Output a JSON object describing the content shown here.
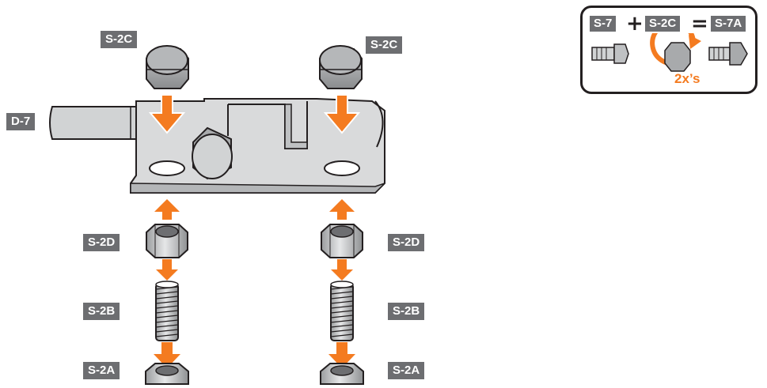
{
  "labels": {
    "top_bolt_left": "S-2C",
    "top_bolt_right": "S-2C",
    "hinge_pin": "D-7",
    "nut_left": "S-2D",
    "nut_right": "S-2D",
    "stud_left": "S-2B",
    "stud_right": "S-2B",
    "bottom_nut_left": "S-2A",
    "bottom_nut_right": "S-2A"
  },
  "legend": {
    "part_a": "S-7",
    "plus": "+",
    "part_b": "S-2C",
    "equals": "=",
    "result": "S-7A",
    "rotation": "2x’s"
  },
  "colors": {
    "accent_orange": "#f47b20",
    "tag_gray": "#6d6e71",
    "metal": "#d1d3d4",
    "outline": "#231f20"
  },
  "icons": [
    "bolt-icon",
    "hex-nut-icon",
    "threaded-stud-icon",
    "arrow-down-icon",
    "double-arrow-icon",
    "rotate-arrow-icon"
  ]
}
